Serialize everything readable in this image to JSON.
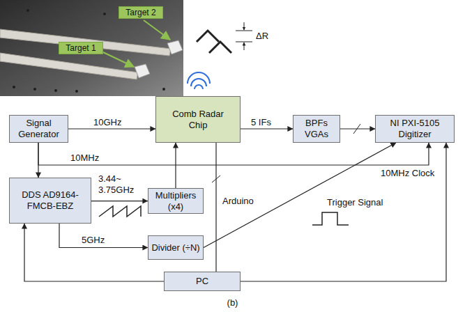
{
  "diagram": {
    "caption": "(b)",
    "nodes": [
      {
        "text": [
          "Target 2"
        ]
      },
      {
        "text": [
          "Target 1"
        ]
      },
      {
        "text": [
          "Signal Generator"
        ]
      },
      {
        "text": [
          "Comb Radar Chip"
        ]
      },
      {
        "text": [
          "BPFs VGAs"
        ]
      },
      {
        "text": [
          "NI PXI-5105 Digitizer"
        ]
      },
      {
        "text": [
          "DDS AD9164-FMCB-EBZ"
        ]
      },
      {
        "text": [
          "Multipliers (x4)"
        ]
      },
      {
        "text": [
          "Divider (÷N)"
        ]
      },
      {
        "text": [
          "PC"
        ]
      }
    ],
    "edges": [
      {
        "from": 2,
        "to": 3,
        "arrow": "to",
        "label": "10GHz"
      },
      {
        "from": 3,
        "to": 4,
        "arrow": "to",
        "label": "5 IFs"
      },
      {
        "from": 4,
        "to": 5,
        "arrow": "to"
      },
      {
        "from": 2,
        "to": 6,
        "arrow": "to"
      },
      {
        "from": 2,
        "to": 5,
        "arrow": "to",
        "label": "10MHz"
      },
      {
        "from": 6,
        "to": 7,
        "arrow": "to",
        "label": "3.44~ 3.75GHz"
      },
      {
        "from": 6,
        "to": 8,
        "arrow": "to",
        "label": "5GHz"
      },
      {
        "from": 7,
        "to": 3,
        "arrow": "to"
      },
      {
        "from": 8,
        "to": 5,
        "arrow": "to"
      },
      {
        "from": 9,
        "to": 3,
        "arrow": "none",
        "label": "Arduino"
      },
      {
        "from": 9,
        "to": 6,
        "arrow": "to"
      },
      {
        "from": 9,
        "to": 5,
        "arrow": "to"
      }
    ],
    "labels": [
      "ΔR",
      "Trigger Signal",
      "10MHz Clock"
    ]
  }
}
